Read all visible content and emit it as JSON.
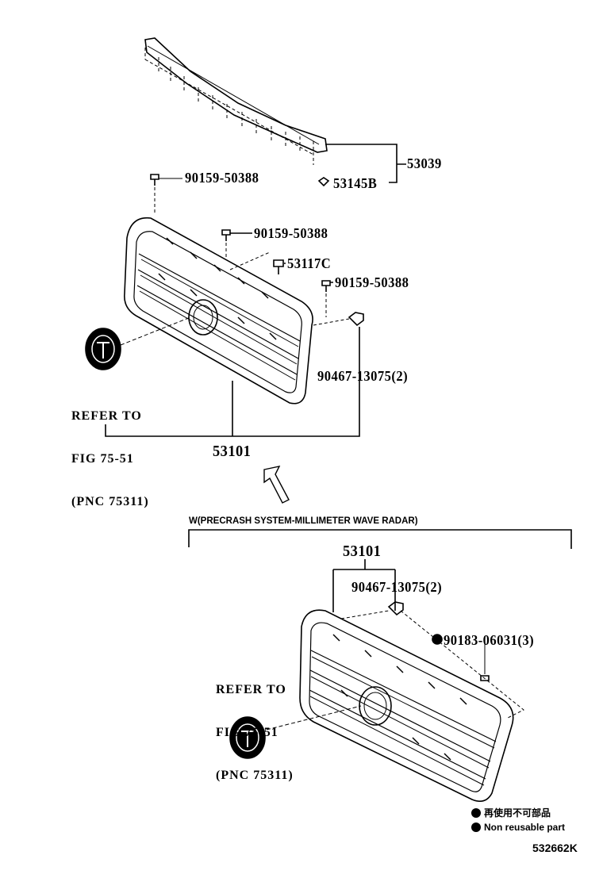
{
  "callouts": {
    "upper_molding": "53039",
    "clip": "53145B",
    "screw_a": "90159-50388",
    "screw_b": "90159-50388",
    "screw_c": "90159-50388",
    "retainer": "53117C",
    "nut_top": "90467-13075(2)",
    "grille_top": "53101",
    "grille_bottom": "53101",
    "nut_bottom": "90467-13075(2)",
    "nonreusable_part": "90183-06031(3)"
  },
  "refer_top": [
    "REFER TO",
    "FIG 75-51",
    "(PNC 75311)"
  ],
  "refer_bottom": [
    "REFER TO",
    "FIG 75-51",
    "(PNC 75311)"
  ],
  "variant_label": "W(PRECRASH SYSTEM-MILLIMETER WAVE RADAR)",
  "legend": {
    "japanese": "再使用不可部品",
    "english": "Non  reusable part"
  },
  "figure_code": "532662K"
}
